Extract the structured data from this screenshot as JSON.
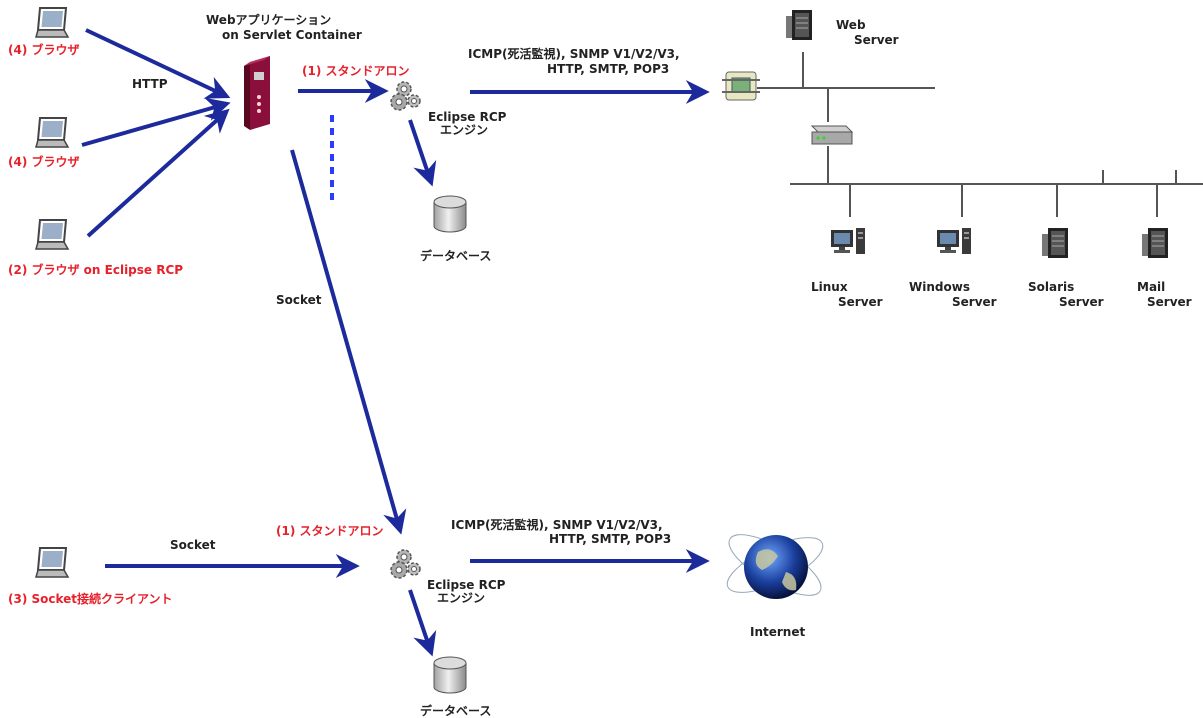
{
  "clients": {
    "browser_top": "(4) ブラウザ",
    "browser_mid": "(4) ブラウザ",
    "browser_rcp": "(2) ブラウザ on Eclipse RCP",
    "socket_client": "(3) Socket接続クライアント"
  },
  "connections": {
    "http": "HTTP",
    "socket_vertical": "Socket",
    "socket_horizontal": "Socket"
  },
  "web_app": {
    "line1": "Webアプリケーション",
    "line2": "on Servlet Container"
  },
  "top_engine": {
    "mode": "(1) スタンドアロン",
    "name_line1": "Eclipse RCP",
    "name_line2": "エンジン",
    "protocols_line1": "ICMP(死活監視), SNMP V1/V2/V3,",
    "protocols_line2": "HTTP, SMTP, POP3",
    "database": "データベース"
  },
  "bottom_engine": {
    "mode": "(1) スタンドアロン",
    "name_line1": "Eclipse RCP",
    "name_line2": "エンジン",
    "protocols_line1": "ICMP(死活監視), SNMP V1/V2/V3,",
    "protocols_line2": "HTTP, SMTP, POP3",
    "database": "データベース"
  },
  "servers": {
    "web": [
      "Web",
      "Server"
    ],
    "linux": [
      "Linux",
      "Server"
    ],
    "windows": [
      "Windows",
      "Server"
    ],
    "solaris": [
      "Solaris",
      "Server"
    ],
    "mail": [
      "Mail",
      "Server"
    ]
  },
  "internet": "Internet",
  "colors": {
    "arrow": "#1c2a9c",
    "client_label": "#e8202a",
    "dotted": "#2a3cff",
    "network_line": "#555555"
  }
}
